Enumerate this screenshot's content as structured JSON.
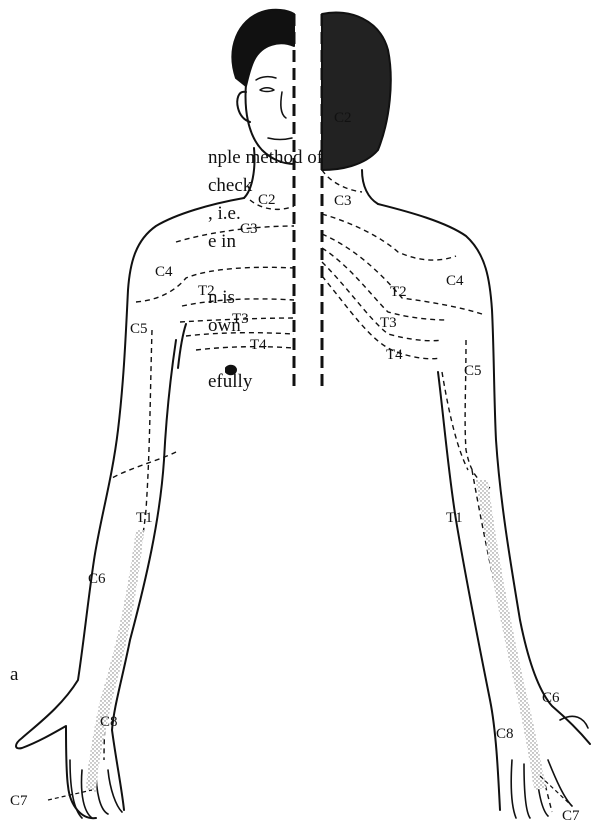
{
  "text_fragments": [
    "nple method of",
    "check",
    ", i.e.",
    "e in",
    "n is",
    "own",
    "efully",
    "a"
  ],
  "labels": {
    "c2_head": "C2",
    "c2_neck_front": "C2",
    "c3_front": "C3",
    "c3_back": "C3",
    "c4_left": "C4",
    "c4_right": "C4",
    "c5_left": "C5",
    "c5_right": "C5",
    "t2_front": "T2",
    "t3_front": "T3",
    "t4_front": "T4",
    "t2_back": "T2",
    "t3_back": "T3",
    "t4_back": "T4",
    "t1_left": "T1",
    "t1_right": "T1",
    "c6_left": "C6",
    "c6_right": "C6",
    "c8_left": "C8",
    "c8_right": "C8",
    "c7_left": "C7",
    "c7_right": "C7"
  }
}
